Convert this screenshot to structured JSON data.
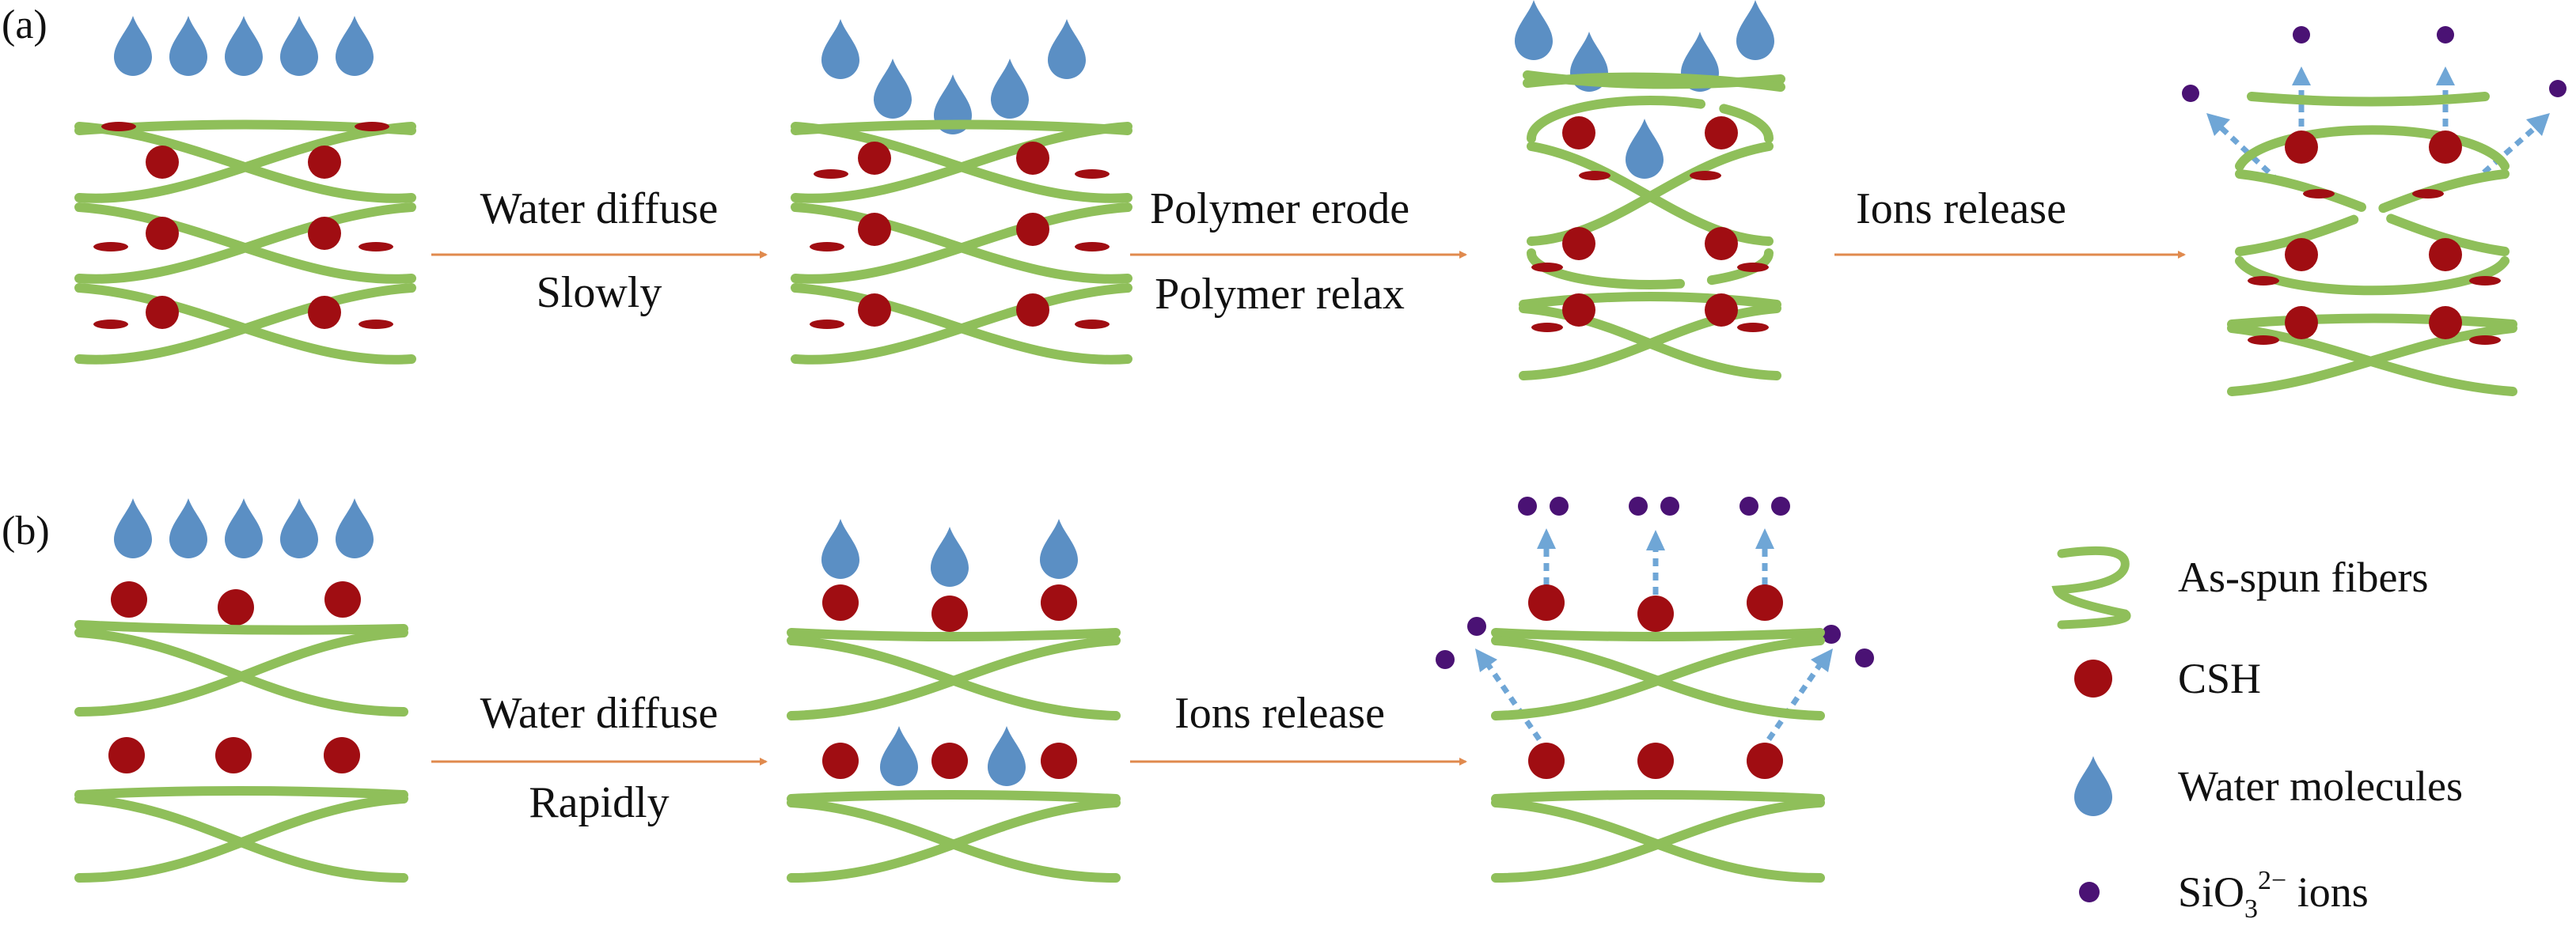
{
  "colors": {
    "fiber": "#8fbf5a",
    "csh": "#a00d12",
    "water": "#5b8fc4",
    "ion": "#4a1274",
    "arrow": "#e08a4e",
    "release_arrow": "#6fa6d6"
  },
  "panels": {
    "a": {
      "label": "(a)",
      "steps": [
        {
          "line1": "Water diffuse",
          "line2": "Slowly"
        },
        {
          "line1": "Polymer erode",
          "line2": "Polymer relax"
        },
        {
          "line1": "Ions release",
          "line2": ""
        }
      ]
    },
    "b": {
      "label": "(b)",
      "steps": [
        {
          "line1": "Water diffuse",
          "line2": "Rapidly"
        },
        {
          "line1": "Ions release",
          "line2": ""
        }
      ]
    }
  },
  "legend": {
    "fiber": {
      "icon": "fiber-icon",
      "label": "As-spun fibers"
    },
    "csh": {
      "icon": "csh-particle-icon",
      "label": "CSH"
    },
    "water": {
      "icon": "water-drop-icon",
      "label": "Water molecules"
    },
    "ion": {
      "icon": "ion-icon",
      "label_main": "SiO",
      "label_sub": "3",
      "label_sup": "2−",
      "label_tail": " ions"
    }
  }
}
